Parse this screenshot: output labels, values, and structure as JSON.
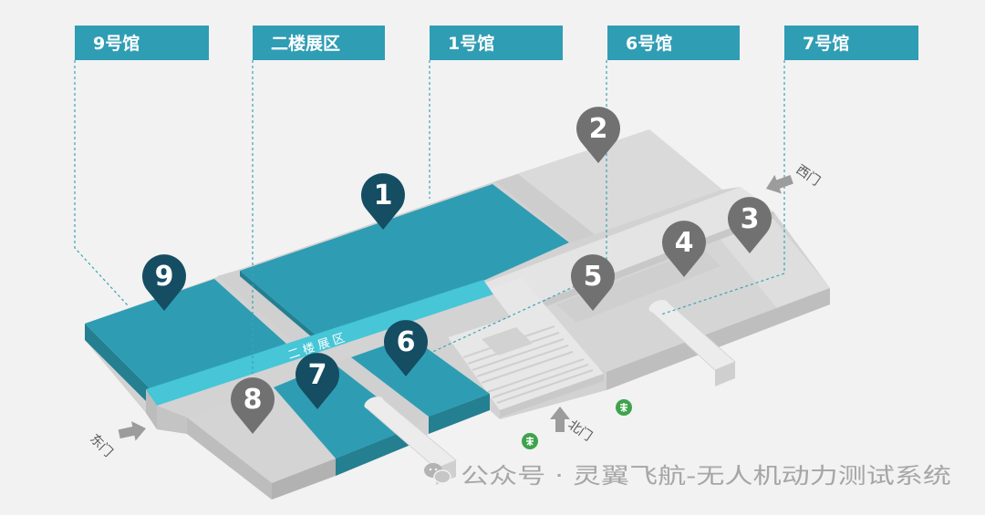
{
  "header_labels": [
    {
      "text": "9号馆"
    },
    {
      "text": "二楼展区"
    },
    {
      "text": "1号馆"
    },
    {
      "text": "6号馆"
    },
    {
      "text": "7号馆"
    }
  ],
  "markers": [
    {
      "number": "1",
      "color": "#154d63"
    },
    {
      "number": "2",
      "color": "#717171"
    },
    {
      "number": "3",
      "color": "#717171"
    },
    {
      "number": "4",
      "color": "#717171"
    },
    {
      "number": "5",
      "color": "#717171"
    },
    {
      "number": "6",
      "color": "#154d63"
    },
    {
      "number": "7",
      "color": "#154d63"
    },
    {
      "number": "8",
      "color": "#717171"
    },
    {
      "number": "9",
      "color": "#154d63"
    }
  ],
  "band_label": "二 楼 展 区",
  "gates": {
    "west": "西门",
    "east": "东门",
    "north": "北门"
  },
  "icons": {
    "marker": "map-pin-icon",
    "gate": "arrow-icon",
    "station": "metro-icon",
    "watermark": "wechat-icon"
  },
  "colors": {
    "label_bg": "#2f9db4",
    "hall_top": "#2e9db3",
    "hall_side": "#247f90",
    "band": "#46c6d7",
    "ground": "#d2d2d2",
    "background": "#f2f2f2",
    "station": "#3fa34d"
  },
  "watermark": {
    "text": "公众号 · 灵翼飞航-无人机动力测试系统"
  }
}
